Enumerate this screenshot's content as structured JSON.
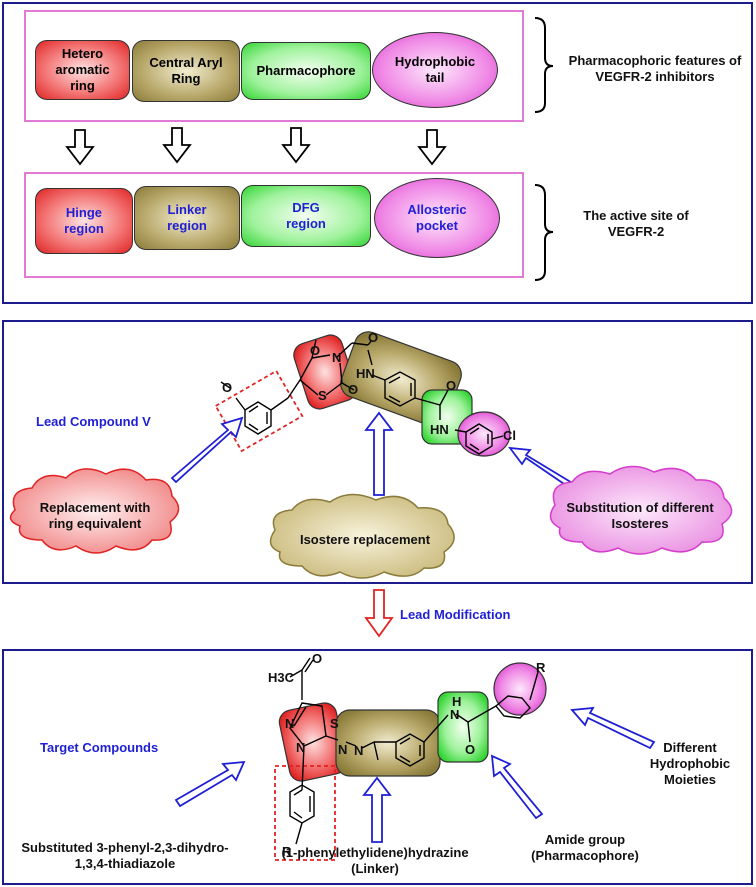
{
  "panel1": {
    "row1": [
      "Hetero\naromatic\nring",
      "Central Aryl\nRing",
      "Pharmacophore",
      "Hydrophobic\ntail"
    ],
    "row1_caption": "Pharmacophoric features of\nVEGFR-2 inhibitors",
    "row2": [
      "Hinge\nregion",
      "Linker\nregion",
      "DFG\nregion",
      "Allosteric\npocket"
    ],
    "row2_caption": "The active site of\nVEGFR-2"
  },
  "panel2": {
    "lead_label": "Lead Compound V",
    "cloud_left": "Replacement with\nring equivalent",
    "cloud_mid": "Isostere replacement",
    "cloud_right": "Substitution of different\nIsosteres",
    "atoms": {
      "o_methoxy": "O",
      "o1": "O",
      "o2": "O",
      "o3": "O",
      "o4": "O",
      "n": "N",
      "s": "S",
      "hn1": "HN",
      "hn2": "HN",
      "cl": "Cl"
    }
  },
  "middle": {
    "label": "Lead Modification"
  },
  "panel3": {
    "target_label": "Target Compounds",
    "sub_left": "Substituted 3-phenyl-2,3-dihydro-\n1,3,4-thiadiazole",
    "sub_mid": "(1-phenylethylidene)hydrazine\n(Linker)",
    "sub_right": "Amide group\n(Pharmacophore)",
    "side_right": "Different\nHydrophobic\nMoieties",
    "atoms": {
      "h3c": "H3C",
      "o_acetyl": "O",
      "s": "S",
      "n1": "N",
      "n2": "N",
      "n_azo1": "N",
      "n_azo2": "N",
      "h": "H",
      "n_amide": "N",
      "o_amide": "O",
      "r_top": "R",
      "r_bottom": "R"
    }
  },
  "colors": {
    "panel_border": "#1c1c8c",
    "inner_border": "#e07ad6",
    "blue_text": "#1f1fd6",
    "red_arrow": "#e02424"
  }
}
